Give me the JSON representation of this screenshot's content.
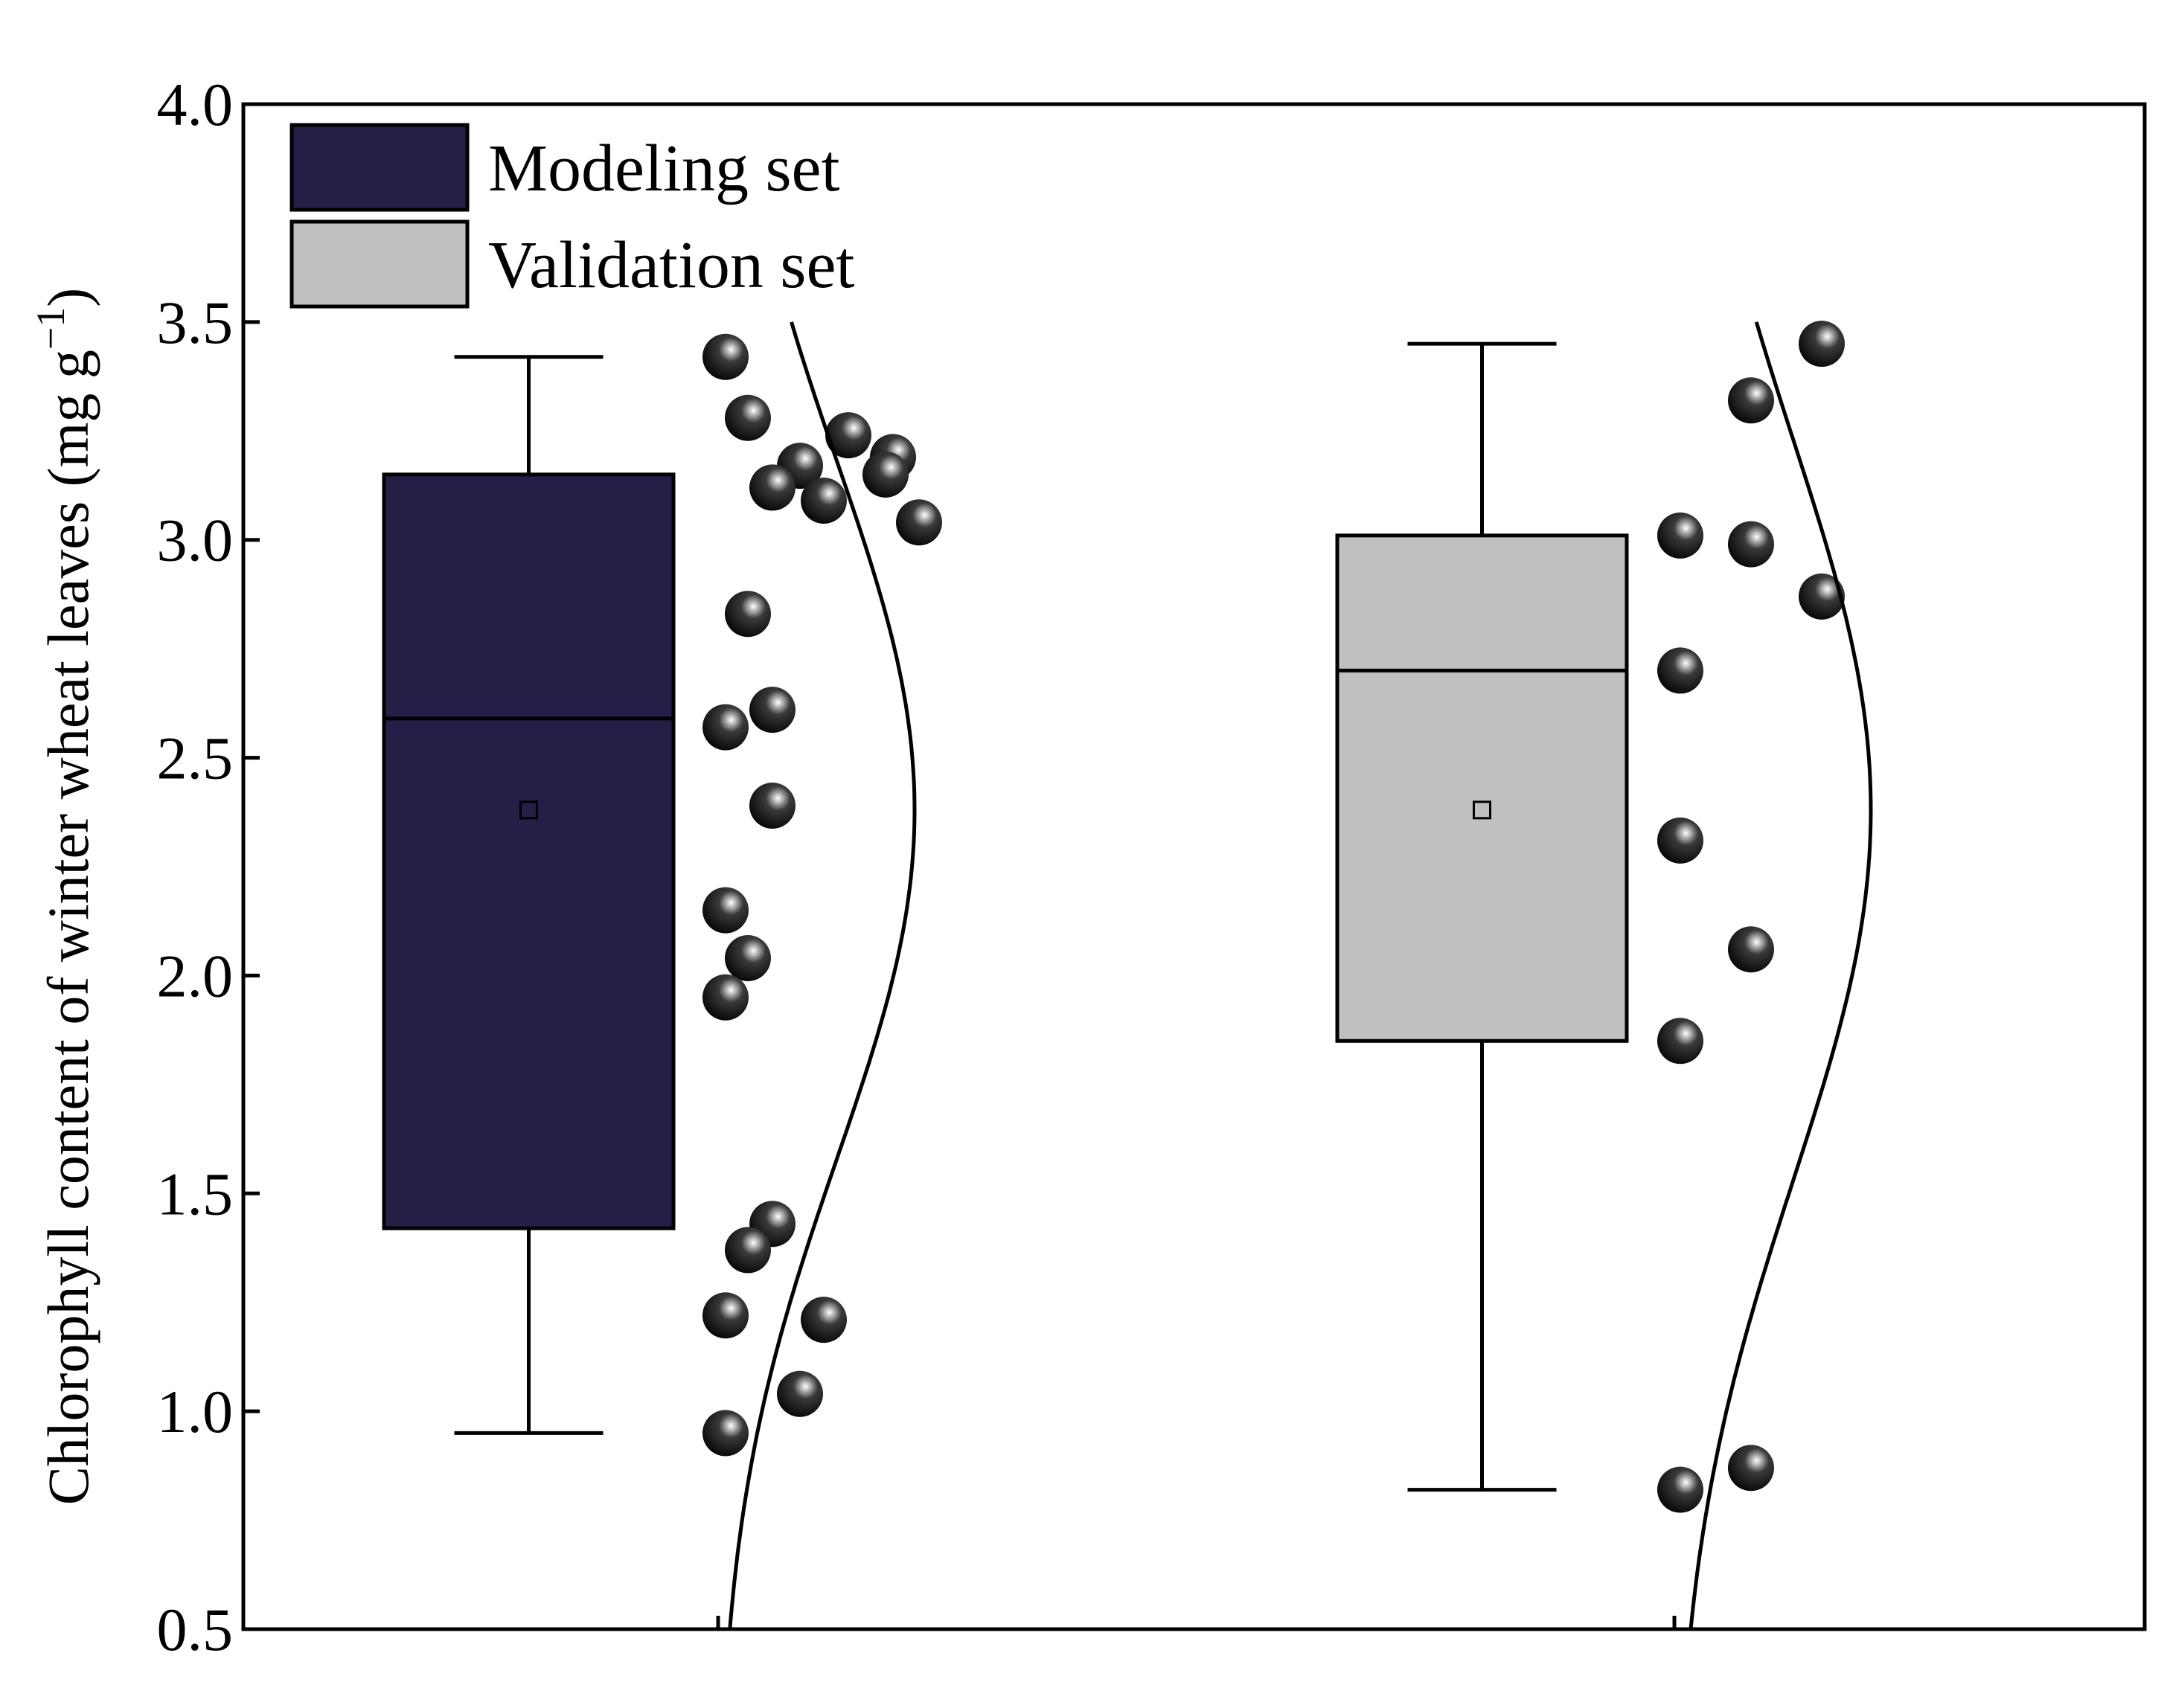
{
  "chart_data": {
    "type": "box",
    "ylabel": "Chlorophyll content of winter wheat leaves (mg g",
    "ylabel_sup": "−1",
    "ylabel_close": ")",
    "ylim": [
      0.5,
      4.0
    ],
    "yticks": [
      "0.5",
      "1.0",
      "1.5",
      "2.0",
      "2.5",
      "3.0",
      "3.5",
      "4.0"
    ],
    "grid": false,
    "legend_position": "top-left",
    "legend": [
      {
        "label": "Modeling set",
        "color": "#261e47"
      },
      {
        "label": "Validation set",
        "color": "#c0c0c0"
      }
    ],
    "series": [
      {
        "name": "Modeling set",
        "color": "#261e47",
        "whisker_low": 0.95,
        "q1": 1.42,
        "median": 2.59,
        "q3": 3.15,
        "whisker_high": 3.42,
        "mean": 2.38,
        "points": [
          3.42,
          3.28,
          3.24,
          3.19,
          3.17,
          3.15,
          3.12,
          3.09,
          3.04,
          2.83,
          2.61,
          2.57,
          2.39,
          2.15,
          2.04,
          1.95,
          1.43,
          1.37,
          1.22,
          1.21,
          1.04,
          0.95
        ],
        "dist_mean": 2.38,
        "dist_sd": 0.8
      },
      {
        "name": "Validation set",
        "color": "#c0c0c0",
        "whisker_low": 0.82,
        "q1": 1.85,
        "median": 2.7,
        "q3": 3.01,
        "whisker_high": 3.45,
        "mean": 2.38,
        "points": [
          3.45,
          3.32,
          3.01,
          2.99,
          2.87,
          2.7,
          2.31,
          2.06,
          1.85,
          0.87,
          0.82
        ],
        "dist_mean": 2.38,
        "dist_sd": 0.85
      }
    ]
  }
}
